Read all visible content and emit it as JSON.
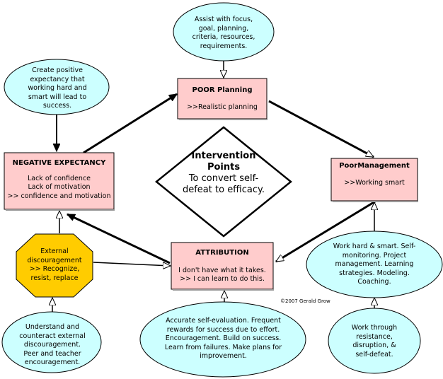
{
  "colors": {
    "box_fill": "#ffcccc",
    "ellipse_fill": "#ccffff",
    "octagon_fill": "#ffcc00",
    "stroke": "#000000"
  },
  "center": {
    "title": "Intervention Points",
    "text": "To convert self-defeat to efficacy."
  },
  "boxes": {
    "poor_planning": {
      "title": "POOR Planning",
      "lines": [
        ">>Realistic planning"
      ]
    },
    "negative_expectancy": {
      "title": "NEGATIVE EXPECTANCY",
      "lines": [
        "Lack of confidence",
        "Lack of motivation",
        ">> confidence and motivation"
      ]
    },
    "poor_management": {
      "title": "PoorManagement",
      "lines": [
        ">>Working smart"
      ]
    },
    "attribution": {
      "title": "ATTRIBUTION",
      "lines": [
        "I don't have what it takes.",
        ">> I can learn to do this."
      ]
    }
  },
  "octagon": {
    "lines": [
      "External discouragement",
      ">> Recognize, resist, replace"
    ]
  },
  "ellipses": {
    "assist": "Assist with focus, goal, planning, criteria, resources, requirements.",
    "positive_expectancy": "Create positive expectancy that working hard and smart will lead to success.",
    "work_hard": "Work hard & smart. Self-monitoring. Project management.  Learning strategies. Modeling. Coaching.",
    "work_through": "Work through resistance, disruption, & self-defeat.",
    "accurate": "Accurate self-evaluation. Frequent rewards for success due to effort. Encouragement. Build on success. Learn from failures. Make plans for improvement.",
    "understand": "Understand and counteract external discouragement. Peer and teacher encouragement."
  },
  "credit": "©2007 Gerald Grow"
}
